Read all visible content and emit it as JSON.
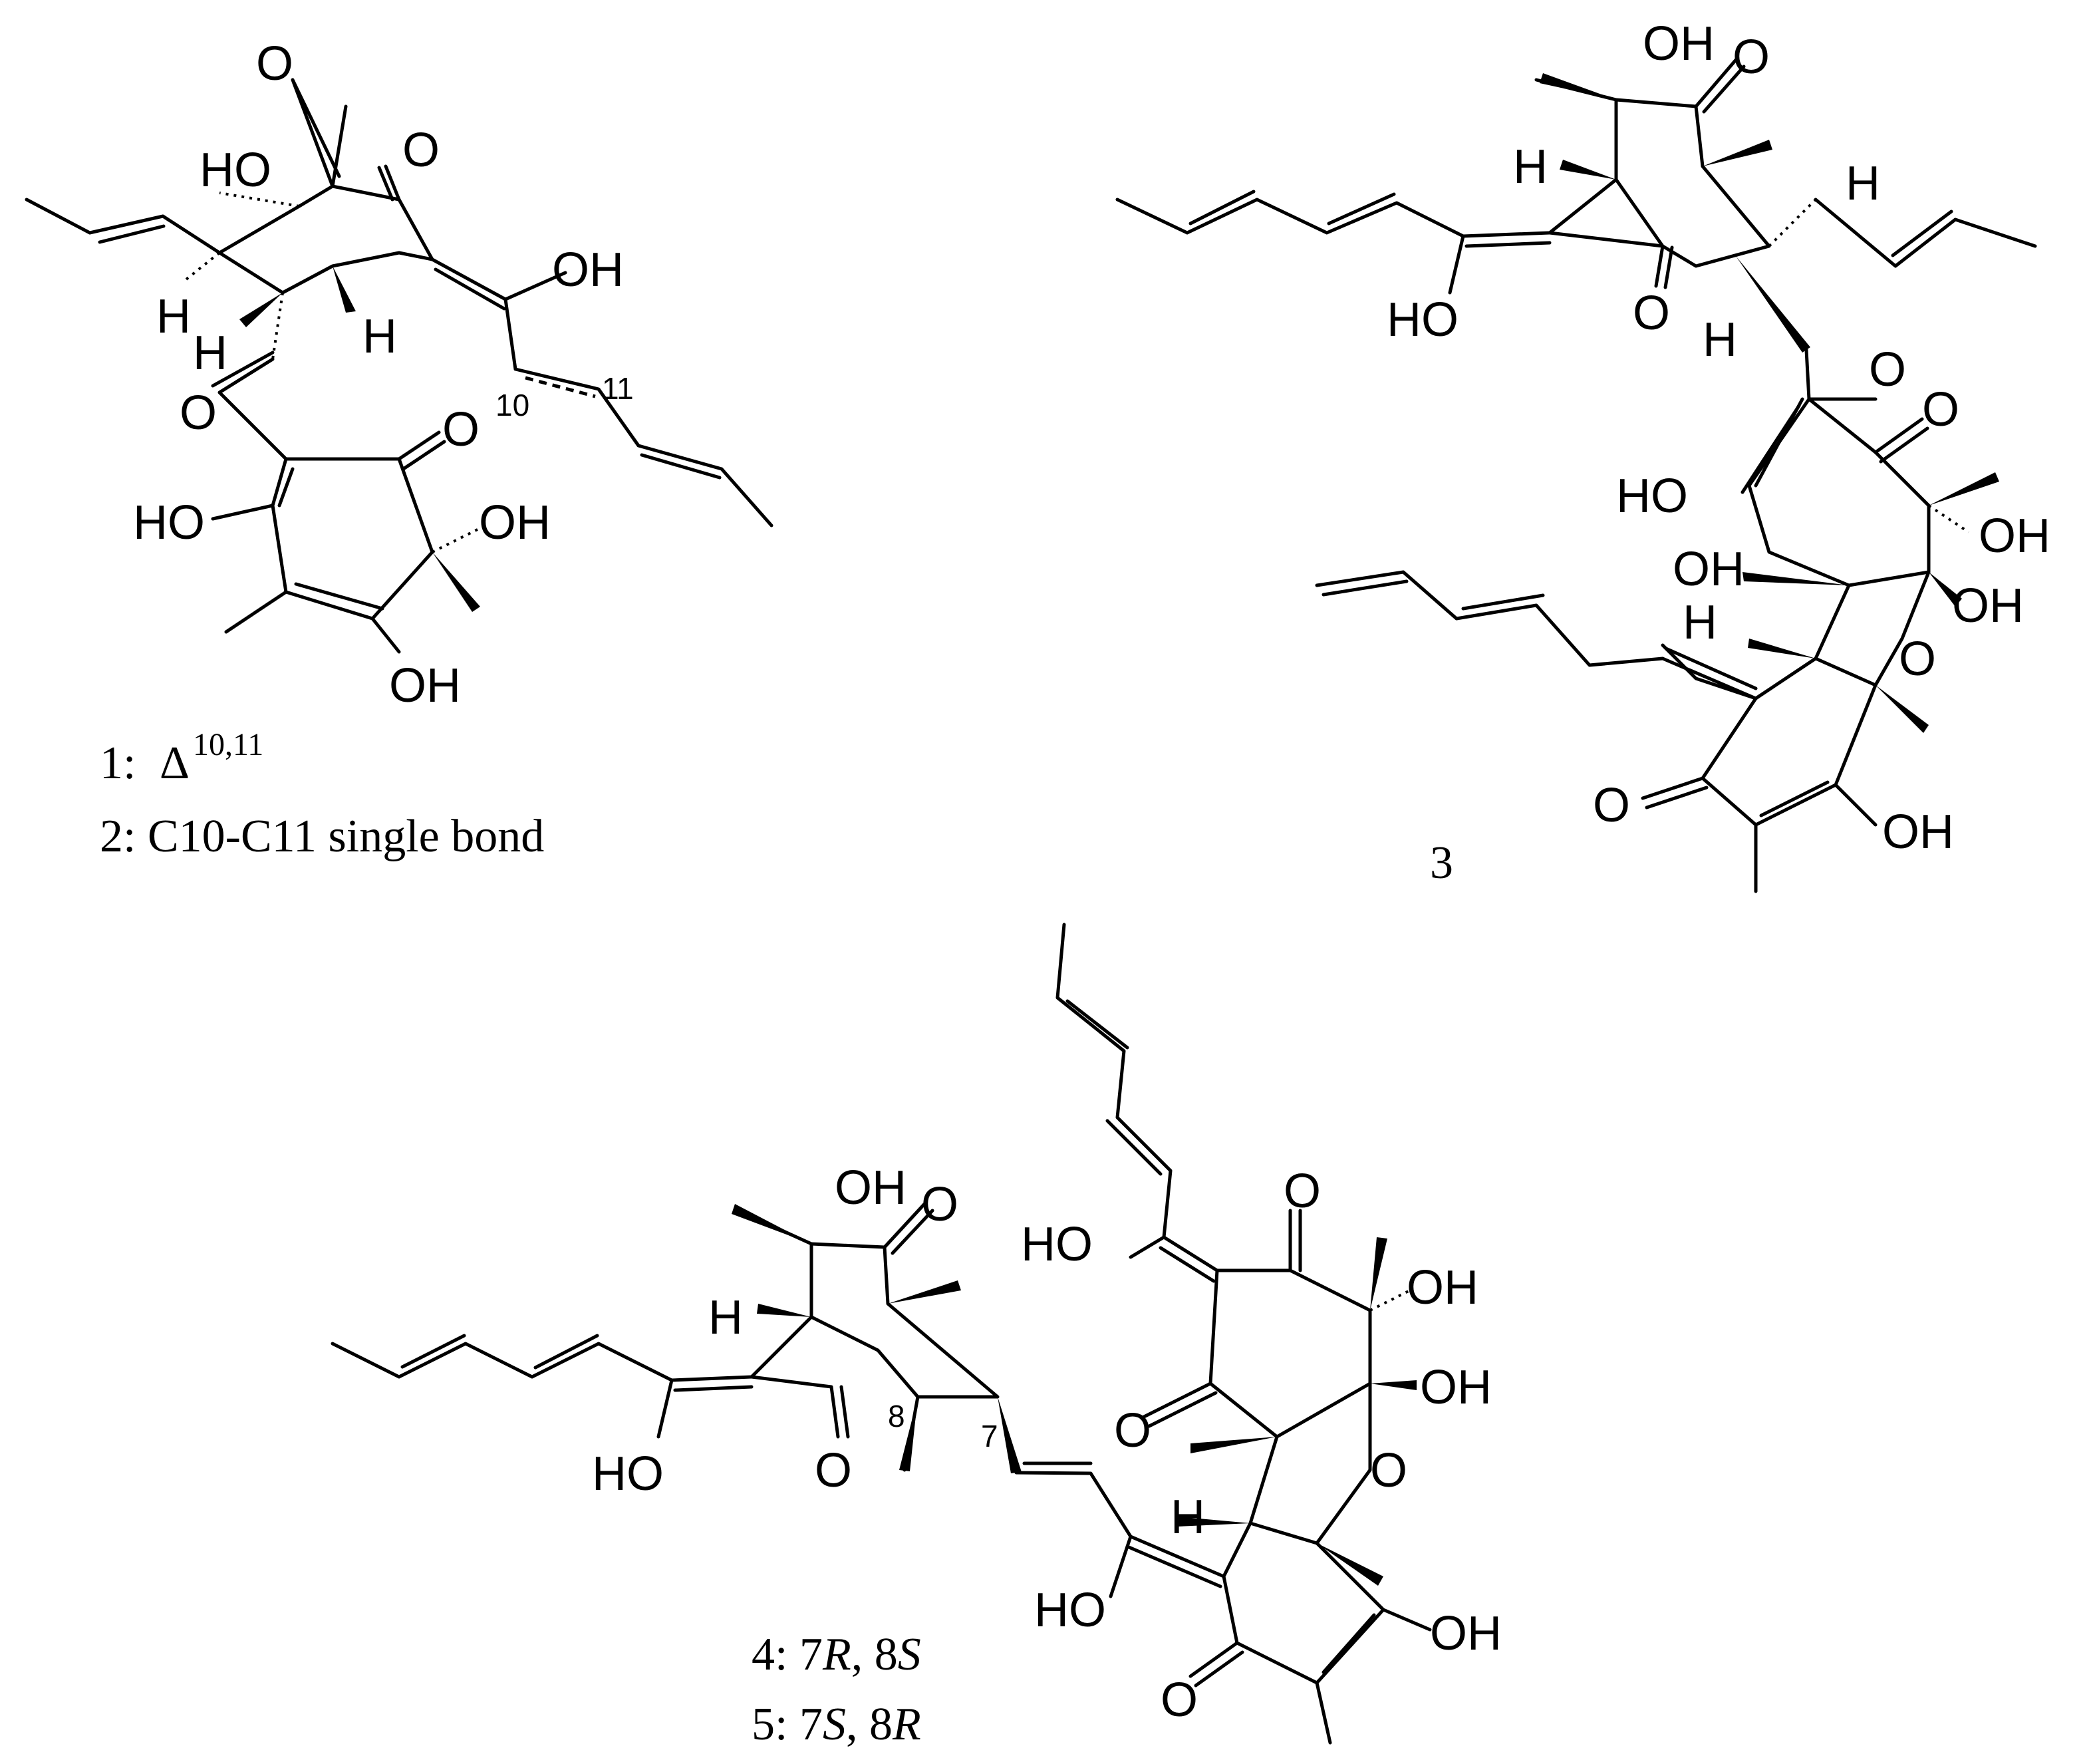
{
  "atom_labels": {
    "O": "O",
    "OH": "OH",
    "HO": "HO",
    "H": "H"
  },
  "locants": {
    "c10": "10",
    "c11": "11",
    "c7": "7",
    "c8": "8"
  },
  "captions": {
    "cmpd1_number": "1:",
    "cmpd1_delta": "Δ",
    "cmpd1_superscript": "10,11",
    "cmpd2": "2: C10-C11 single bond",
    "cmpd3": "3",
    "cmpd4_prefix": "4: 7",
    "cmpd4_r": "R",
    "cmpd4_mid": ", 8",
    "cmpd4_s": "S",
    "cmpd5_prefix": "5: 7",
    "cmpd5_s": "S",
    "cmpd5_mid": ", 8",
    "cmpd5_r": "R"
  }
}
